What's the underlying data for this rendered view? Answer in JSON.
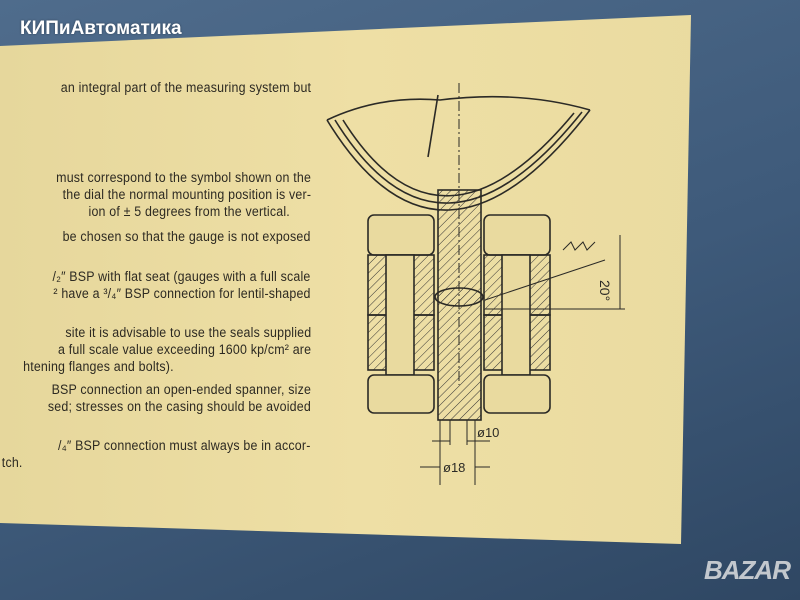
{
  "watermark": "КИПиАвтоматика",
  "site_logo": "BAZAR",
  "text_lines": [
    "an integral part of the measuring system but",
    "must correspond to the symbol shown on the",
    "the dial the normal mounting position is ver-",
    "ion of ± 5 degrees from the vertical.",
    "be chosen so that the gauge is not exposed",
    "/₂″ BSP with flat seat (gauges with a full scale",
    "² have a ³/₄″ BSP connection for lentil-shaped",
    "site it is advisable to use the seals supplied",
    "a full scale value exceeding 1600 kp/cm² are",
    "htening flanges and bolts).",
    "BSP connection an open-ended spanner, size",
    "sed; stresses on the casing should be avoided",
    "/₄″ BSP connection must always be in accor-",
    "tch."
  ],
  "diagram": {
    "angle_label": "20°",
    "dim_inner": "ø10",
    "dim_outer": "ø18"
  }
}
